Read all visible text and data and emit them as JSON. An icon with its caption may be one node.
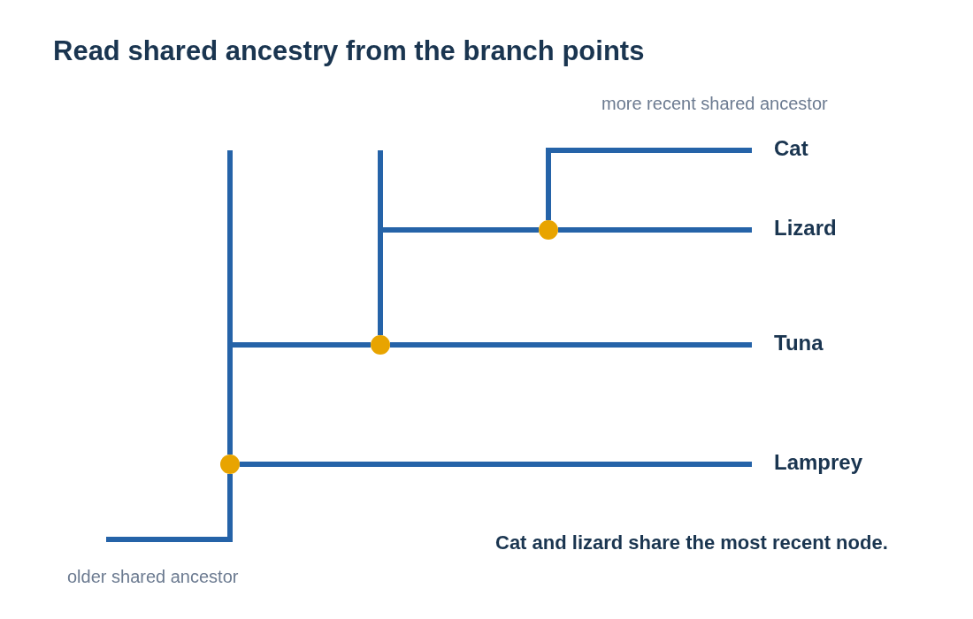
{
  "diagram": {
    "title": "Read shared ancestry from the branch points",
    "nodes": [
      {
        "text": [
          "Cat"
        ]
      },
      {
        "text": [
          "Lizard"
        ]
      },
      {
        "text": [
          "Tuna"
        ]
      },
      {
        "text": [
          "Lamprey"
        ]
      },
      {
        "text": [],
        "shape": "circle"
      },
      {
        "text": [],
        "shape": "circle"
      },
      {
        "text": [],
        "shape": "circle"
      }
    ],
    "edges": [
      {
        "from": null,
        "to": 6,
        "arrow": "none"
      },
      {
        "from": 6,
        "to": 3,
        "arrow": "none"
      },
      {
        "from": 6,
        "to": 5,
        "arrow": "none"
      },
      {
        "from": 5,
        "to": 2,
        "arrow": "none"
      },
      {
        "from": 5,
        "to": 4,
        "arrow": "none"
      },
      {
        "from": 4,
        "to": 1,
        "arrow": "none"
      },
      {
        "from": 4,
        "to": 0,
        "arrow": "none"
      }
    ],
    "labels": [
      "more recent shared ancestor",
      "older shared ancestor",
      "Cat and lizard share the most recent node."
    ]
  }
}
